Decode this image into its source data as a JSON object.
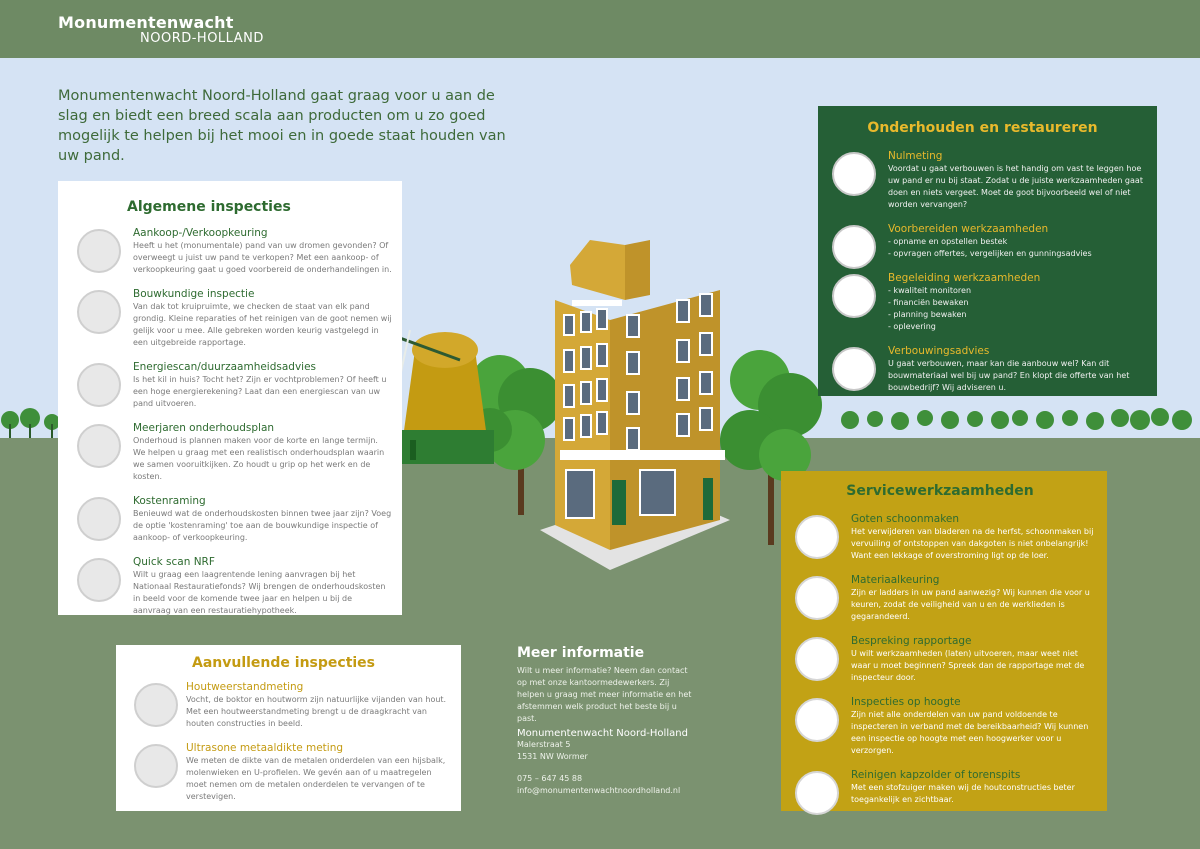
{
  "logo": {
    "main": "Monumentenwacht",
    "sub": "NOORD-HOLLAND"
  },
  "intro": "Monumentenwacht Noord-Holland gaat graag voor u aan de slag en biedt een breed scala aan producten om u zo goed mogelijk te helpen bij het mooi en in goede staat houden van uw pand.",
  "algemene": {
    "title": "Algemene inspecties",
    "items": [
      {
        "title": "Aankoop-/Verkoopkeuring",
        "text": "Heeft u het (monumentale) pand van uw dromen gevonden? Of overweegt u juist uw pand te verkopen? Met een aankoop- of verkoopkeuring gaat u goed voorbereid de onderhandelingen in.",
        "icon": "for-sale-sign-icon"
      },
      {
        "title": "Bouwkundige inspectie",
        "text": "Van dak tot kruipruimte, we checken de staat van elk pand grondig. Kleine reparaties of het reinigen van de goot nemen wij gelijk voor u mee. Alle gebreken worden keurig vastgelegd in een uitgebreide rapportage.",
        "icon": "inspection-tools-icon"
      },
      {
        "title": "Energiescan/duurzaamheidsadvies",
        "text": "Is het kil in huis? Tocht het? Zijn er vochtproblemen? Of heeft u een hoge energierekening? Laat dan een energiescan van uw pand uitvoeren.",
        "icon": "leaf-plug-icon"
      },
      {
        "title": "Meerjaren onderhoudsplan",
        "text": "Onderhoud is plannen maken voor de korte en lange termijn. We helpen u graag met een realistisch onderhoudsplan waarin we samen vooruitkijken. Zo houdt u grip op het werk en de kosten.",
        "icon": "year-plan-icon"
      },
      {
        "title": "Kostenraming",
        "text": "Benieuwd wat de onderhoudskosten binnen twee jaar zijn? Voeg de optie 'kostenraming' toe aan de bouwkundige inspectie of aankoop- of verkoopkeuring.",
        "icon": "cost-estimate-icon"
      },
      {
        "title": "Quick scan NRF",
        "text": "Wilt u graag een laagrentende lening aanvragen bij het Nationaal Restauratiefonds? Wij brengen de onderhoudskosten in beeld voor de komende twee jaar en helpen u bij de aanvraag van een restauratiehypotheek.",
        "icon": "nrf-building-icon"
      }
    ]
  },
  "onderhouden": {
    "title": "Onderhouden en restaureren",
    "items": [
      {
        "title": "Nulmeting",
        "text": "Voordat u gaat verbouwen is het handig om vast te leggen hoe uw pand er nu bij staat. Zodat u de juiste werkzaamheden gaat doen en niets vergeet. Moet de goot bijvoorbeeld wel of niet worden vervangen?",
        "icon": "measure-tools-icon"
      },
      {
        "title": "Voorbereiden werkzaamheden",
        "text": "- opname en opstellen bestek\n- opvragen offertes, vergelijken en gunningsadvies",
        "icon": "document-euro-icon"
      },
      {
        "title": "Begeleiding werkzaamheden",
        "text": "- kwaliteit monitoren\n- financiën bewaken\n- planning bewaken\n- oplevering",
        "icon": "supervision-icon"
      },
      {
        "title": "Verbouwingsadvies",
        "text": "U gaat verbouwen, maar kan die aanbouw wel? Kan dit bouwmateriaal wel bij uw pand? En klopt die offerte van het bouwbedrijf? Wij adviseren u.",
        "icon": "question-info-icon"
      }
    ]
  },
  "service": {
    "title": "Servicewerkzaamheden",
    "items": [
      {
        "title": "Goten schoonmaken",
        "text": "Het verwijderen van bladeren na de herfst, schoonmaken bij vervuiling of ontstoppen van dakgoten is niet onbelangrijk! Want een lekkage of overstroming ligt op de loer.",
        "icon": "gutter-leaves-icon"
      },
      {
        "title": "Materiaalkeuring",
        "text": "Zijn er ladders in uw pand aanwezig? Wij kunnen die voor u keuren, zodat de veiligheid van u en de werklieden is gegarandeerd.",
        "icon": "ladder-check-icon"
      },
      {
        "title": "Bespreking rapportage",
        "text": "U wilt werkzaamheden (laten) uitvoeren, maar weet niet waar u moet beginnen? Spreek dan de rapportage met de inspecteur door.",
        "icon": "speech-bubbles-icon"
      },
      {
        "title": "Inspecties op hoogte",
        "text": "Zijn niet alle onderdelen van uw pand voldoende te inspecteren in verband met de bereikbaarheid? Wij kunnen een inspectie op hoogte met een hoogwerker voor u verzorgen.",
        "icon": "aerial-lift-icon"
      },
      {
        "title": "Reinigen kapzolder of torenspits",
        "text": "Met een stofzuiger maken wij de houtconstructies beter toegankelijk en zichtbaar.",
        "icon": "vacuum-attic-icon"
      }
    ]
  },
  "aanvullende": {
    "title": "Aanvullende inspecties",
    "items": [
      {
        "title": "Houtweerstandmeting",
        "text": "Vocht, de boktor en houtworm zijn natuurlijke vijanden van hout. Met een houtweerstandmeting brengt u de draagkracht van houten constructies in beeld.",
        "icon": "wood-block-icon"
      },
      {
        "title": "Ultrasone metaaldikte meting",
        "text": "We meten de dikte van de metalen onderdelen van een hijsbalk, molenwieken en U-profielen. We gevén aan of u maatregelen moet nemen om de metalen onderdelen te vervangen of te verstevigen.",
        "icon": "metal-beam-icon"
      }
    ]
  },
  "meer": {
    "title": "Meer informatie",
    "text": "Wilt u meer informatie? Neem dan contact op met onze kantoormedewerkers. Zij helpen u graag met meer informatie en het afstemmen welk product het beste bij u past.",
    "org": "Monumentenwacht Noord-Holland",
    "street": "Malerstraat 5",
    "city": "1531 NW Wormer",
    "phone": "075 – 647 45 88",
    "email": "info@monumentenwachtnoordholland.nl"
  },
  "colors": {
    "dark_green": "#255f36",
    "mustard": "#c2a215",
    "sky": "#d5e3f4",
    "ground": "#7b9270"
  }
}
